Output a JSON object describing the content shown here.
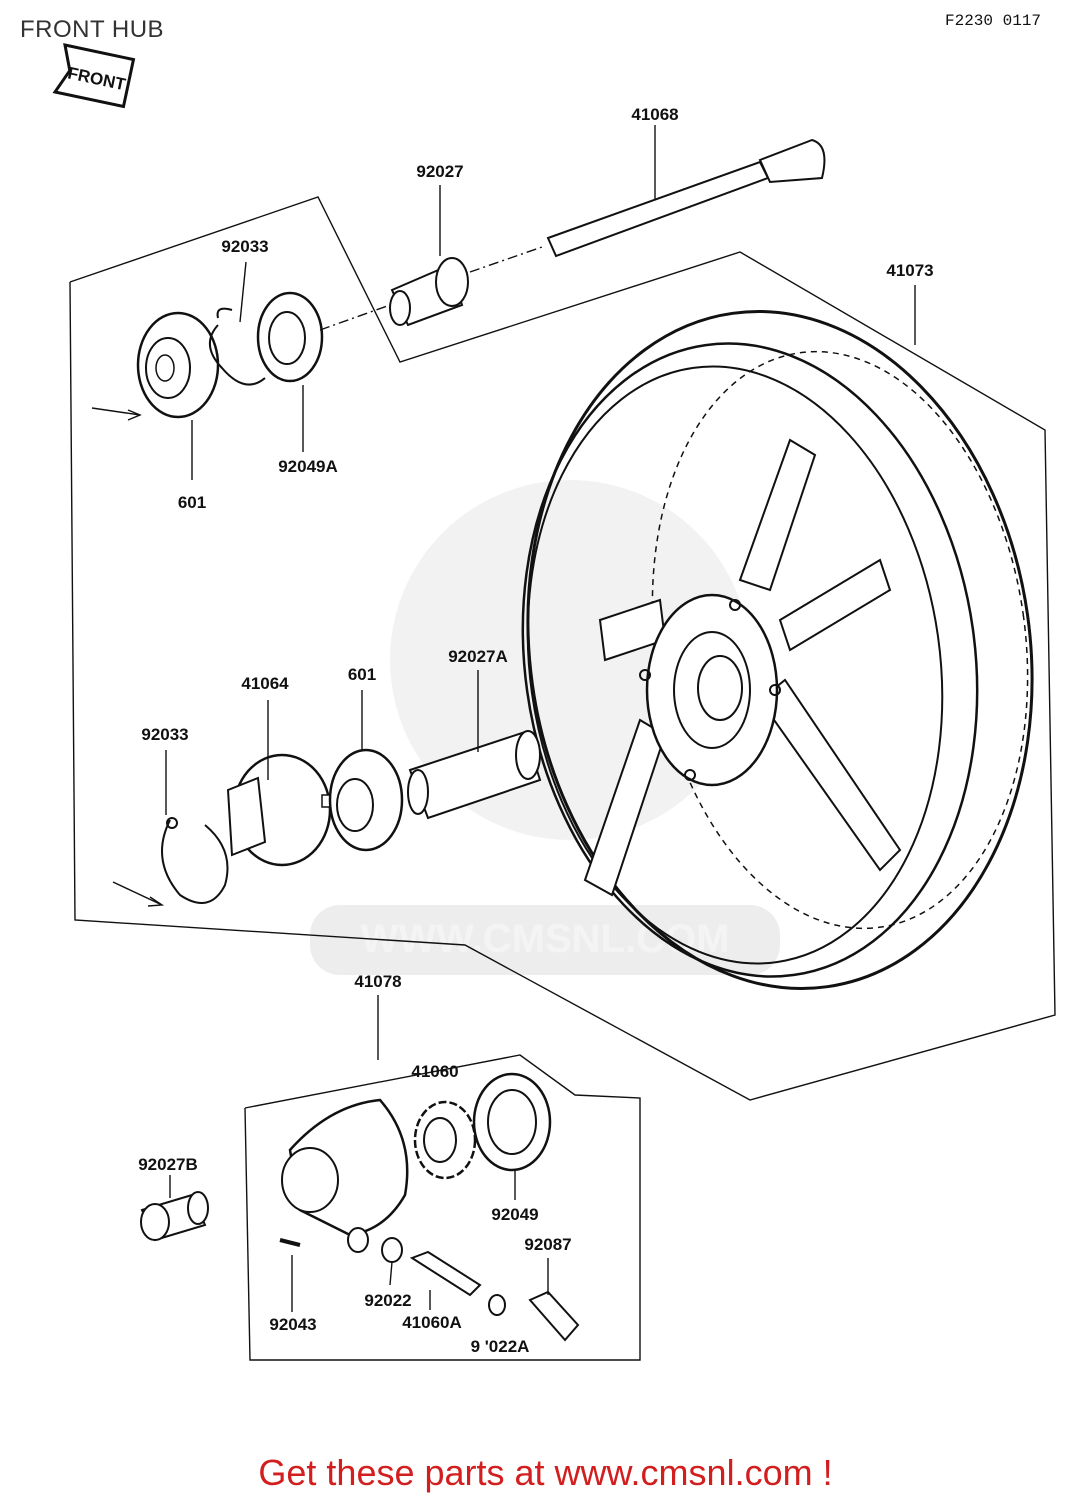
{
  "header": {
    "title": "FRONT HUB",
    "code": "F2230 0117"
  },
  "front_arrow": {
    "label": "FRONT"
  },
  "watermark": {
    "text": "WWW.CMSNL.COM"
  },
  "parts": [
    {
      "id": "41068",
      "label": "41068"
    },
    {
      "id": "92027",
      "label": "92027"
    },
    {
      "id": "92033-top",
      "label": "92033"
    },
    {
      "id": "41073",
      "label": "41073"
    },
    {
      "id": "92049A",
      "label": "92049A"
    },
    {
      "id": "601-top",
      "label": "601"
    },
    {
      "id": "41064",
      "label": "41064"
    },
    {
      "id": "601-mid",
      "label": "601"
    },
    {
      "id": "92027A",
      "label": "92027A"
    },
    {
      "id": "92033-mid",
      "label": "92033"
    },
    {
      "id": "41078",
      "label": "41078"
    },
    {
      "id": "41060",
      "label": "41060"
    },
    {
      "id": "92027B",
      "label": "92027B"
    },
    {
      "id": "92049",
      "label": "92049"
    },
    {
      "id": "92087",
      "label": "92087"
    },
    {
      "id": "92022",
      "label": "92022"
    },
    {
      "id": "92043",
      "label": "92043"
    },
    {
      "id": "41060A",
      "label": "41060A"
    },
    {
      "id": "92022A",
      "label": "9 '022A"
    }
  ],
  "footer": {
    "text": "Get these parts at www.cmsnl.com !"
  }
}
